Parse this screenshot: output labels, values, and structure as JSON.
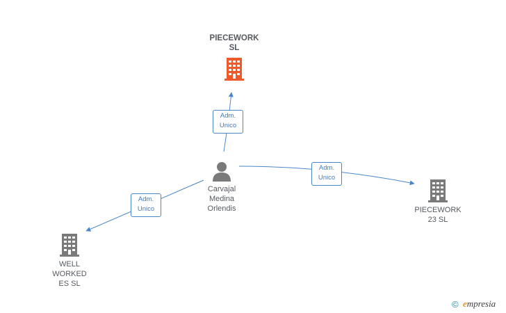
{
  "nodes": {
    "piecework_sl": {
      "label": "PIECEWORK\nSL"
    },
    "person": {
      "label": "Carvajal\nMedina\nOrlendis"
    },
    "piecework_23": {
      "label": "PIECEWORK\n23  SL"
    },
    "well_worked": {
      "label": "WELL\nWORKED\nES  SL"
    }
  },
  "edges": {
    "to_piecework_sl": {
      "label": "Adm.\nUnico"
    },
    "to_piecework_23": {
      "label": "Adm.\nUnico"
    },
    "to_well_worked": {
      "label": "Adm.\nUnico"
    }
  },
  "footer": {
    "copyright": "©",
    "brand_first": "e",
    "brand_rest": "mpresia"
  },
  "colors": {
    "edge": "#4a86c8",
    "highlight_building": "#ee5a2c",
    "building": "#7a7a7a",
    "person": "#7a7a7a",
    "node_text": "#555a60"
  }
}
